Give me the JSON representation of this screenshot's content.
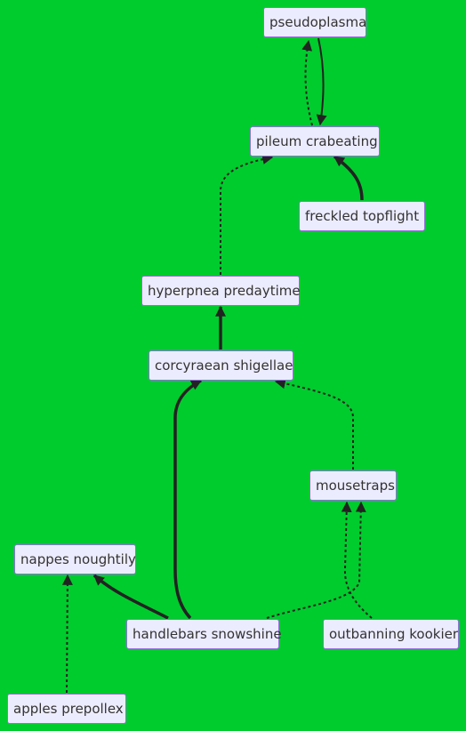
{
  "colors": {
    "background": "#00cc2d",
    "node_fill": "#ececff",
    "node_border": "#9370db",
    "edge": "#222222",
    "text": "#333333"
  },
  "nodes": {
    "pseudoplasma": "pseudoplasma",
    "pileum_crabeating": "pileum crabeating",
    "freckled_topflight": "freckled topflight",
    "hyperpnea_predaytime": "hyperpnea predaytime",
    "corcyraean_shigellae": "corcyraean shigellae",
    "mousetraps": "mousetraps",
    "nappes_noughtily": "nappes noughtily",
    "handlebars_snowshine": "handlebars snowshine",
    "outbanning_kookier": "outbanning kookier",
    "apples_prepollex": "apples prepollex"
  },
  "edges": [
    {
      "from": "pileum_crabeating",
      "to": "pseudoplasma",
      "style": "dotted"
    },
    {
      "from": "pseudoplasma",
      "to": "pileum_crabeating",
      "style": "solid"
    },
    {
      "from": "hyperpnea_predaytime",
      "to": "pileum_crabeating",
      "style": "dotted"
    },
    {
      "from": "freckled_topflight",
      "to": "pileum_crabeating",
      "style": "thick"
    },
    {
      "from": "corcyraean_shigellae",
      "to": "hyperpnea_predaytime",
      "style": "thick"
    },
    {
      "from": "handlebars_snowshine",
      "to": "corcyraean_shigellae",
      "style": "thick"
    },
    {
      "from": "mousetraps",
      "to": "corcyraean_shigellae",
      "style": "dotted"
    },
    {
      "from": "handlebars_snowshine",
      "to": "mousetraps",
      "style": "dotted"
    },
    {
      "from": "outbanning_kookier",
      "to": "mousetraps",
      "style": "dotted"
    },
    {
      "from": "handlebars_snowshine",
      "to": "nappes_noughtily",
      "style": "thick"
    },
    {
      "from": "apples_prepollex",
      "to": "nappes_noughtily",
      "style": "dotted"
    }
  ]
}
